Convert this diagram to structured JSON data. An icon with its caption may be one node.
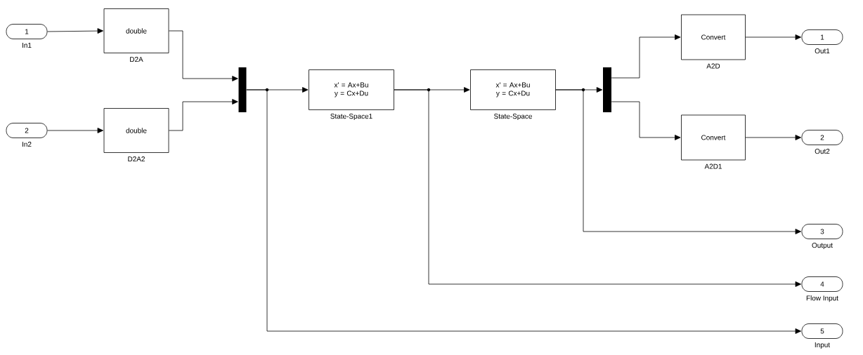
{
  "diagram": {
    "nodes": [
      {
        "text": [
          "1"
        ],
        "beside": [
          "In1"
        ]
      },
      {
        "text": [
          "double"
        ],
        "beside": [
          "D2A"
        ]
      },
      {
        "text": [
          "2"
        ],
        "beside": [
          "In2"
        ]
      },
      {
        "text": [
          "double"
        ],
        "beside": [
          "D2A2"
        ]
      },
      {
        "text": [],
        "shape": "bar"
      },
      {
        "text": [
          "x' = Ax+Bu y = Cx+Du"
        ],
        "beside": [
          "State-Space1"
        ]
      },
      {
        "text": [
          "x' = Ax+Bu y = Cx+Du"
        ],
        "beside": [
          "State-Space"
        ]
      },
      {
        "text": [],
        "shape": "bar"
      },
      {
        "text": [
          "Convert"
        ],
        "beside": [
          "A2D"
        ]
      },
      {
        "text": [
          "1"
        ],
        "beside": [
          "Out1"
        ]
      },
      {
        "text": [
          "Convert"
        ],
        "beside": [
          "A2D1"
        ]
      },
      {
        "text": [
          "2"
        ],
        "beside": [
          "Out2"
        ]
      },
      {
        "text": [
          "3"
        ],
        "beside": [
          "Output"
        ]
      },
      {
        "text": [
          "4"
        ],
        "beside": [
          "Flow Input"
        ]
      },
      {
        "text": [
          "5"
        ],
        "beside": [
          "Input"
        ]
      }
    ],
    "edges": [
      {
        "from": 0,
        "to": 1,
        "arrow": "to"
      },
      {
        "from": 2,
        "to": 3,
        "arrow": "to"
      },
      {
        "from": 1,
        "to": 4,
        "arrow": "to"
      },
      {
        "from": 3,
        "to": 4,
        "arrow": "to"
      },
      {
        "from": 4,
        "to": 5,
        "arrow": "to"
      },
      {
        "from": 4,
        "to": 14,
        "arrow": "to"
      },
      {
        "from": 5,
        "to": 6,
        "arrow": "to"
      },
      {
        "from": 5,
        "to": 13,
        "arrow": "to"
      },
      {
        "from": 6,
        "to": 7,
        "arrow": "to"
      },
      {
        "from": 6,
        "to": 12,
        "arrow": "to"
      },
      {
        "from": 7,
        "to": 8,
        "arrow": "to"
      },
      {
        "from": 7,
        "to": 10,
        "arrow": "to"
      },
      {
        "from": 8,
        "to": 9,
        "arrow": "to"
      },
      {
        "from": 10,
        "to": 11,
        "arrow": "to"
      }
    ]
  }
}
